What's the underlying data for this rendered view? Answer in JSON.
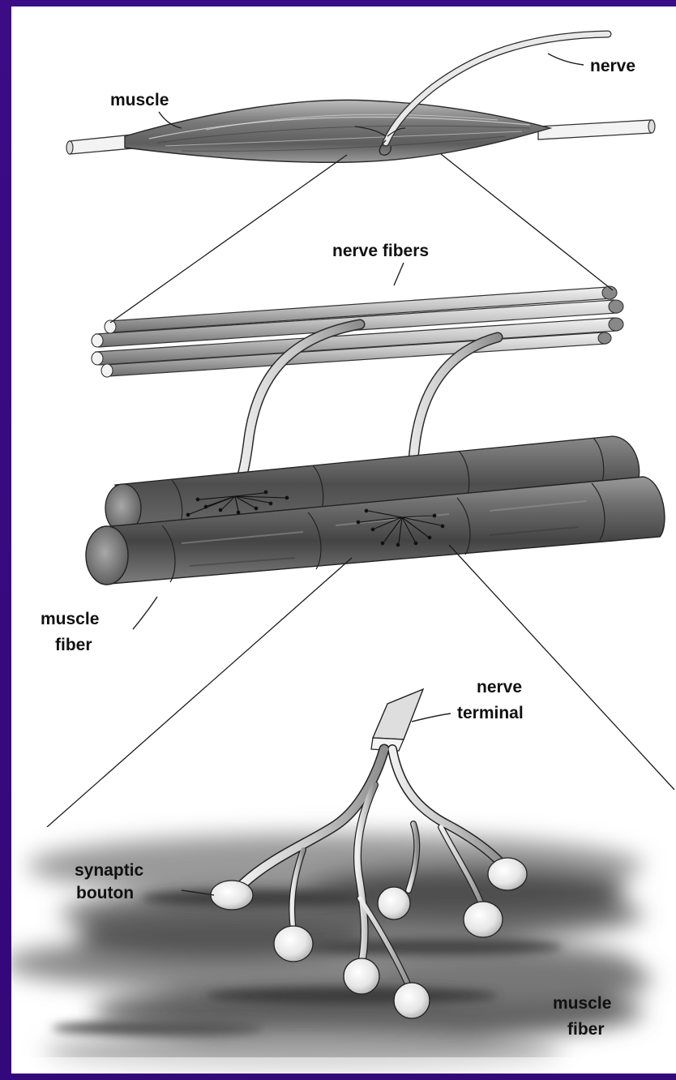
{
  "labels": {
    "nerve": "nerve",
    "muscle": "muscle",
    "nerve_fibers": "nerve fibers",
    "muscle_fiber_mid_line1": "muscle",
    "muscle_fiber_mid_line2": "fiber",
    "nerve_terminal_line1": "nerve",
    "nerve_terminal_line2": "terminal",
    "synaptic_bouton_line1": "synaptic",
    "synaptic_bouton_line2": "bouton",
    "muscle_fiber_bottom_line1": "muscle",
    "muscle_fiber_bottom_line2": "fiber"
  },
  "colors": {
    "frame": "#3a0a85",
    "panel": "#ffffff",
    "tissue_dark": "#4a4a4a",
    "tissue_mid": "#8c8c8c",
    "tissue_light": "#d8d8d8",
    "line": "#1c1c1c"
  }
}
